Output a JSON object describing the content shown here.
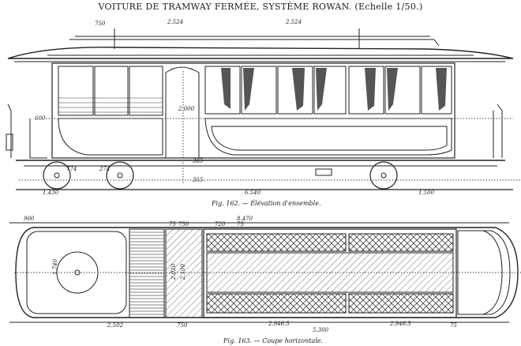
{
  "title": "VOITURE DE TRAMWAY FERMÉE, SYSTÈME ROWAN. (Echelle 1/50.)",
  "fig162_caption": "Fig. 162. — Élévation d'ensemble.",
  "fig163_caption": "Fig. 163. — Coupe horizontale.",
  "elevation_dims": {
    "d_roof_left": "750",
    "d_roof_mid1": "2.524",
    "d_roof_mid2": "2.524",
    "d_side_600": "600",
    "d_height_2000": "2.000",
    "d_wheel_a": "774",
    "d_wheel_b": "274",
    "d_base_left": "1.430",
    "d_base_mid": "6.540",
    "d_base_right": "1.500",
    "d_vert_385": "385",
    "d_vert_355": "355"
  },
  "plan_dims": {
    "d_top_left": "900",
    "d_top_total": "8.470",
    "d_top_75a": "75",
    "d_top_750": "750",
    "d_top_720": "720",
    "d_top_75b": "75",
    "d_bot_left": "2.502",
    "d_bot_750": "750",
    "d_bot_mid": "2.946.5",
    "d_bot_total": "5.300",
    "d_bot_right": "2.946.5",
    "d_bot_75": "75",
    "d_left_vert": "1.740",
    "d_mid_vert1": "2.020",
    "d_mid_vert2": "2.100"
  }
}
